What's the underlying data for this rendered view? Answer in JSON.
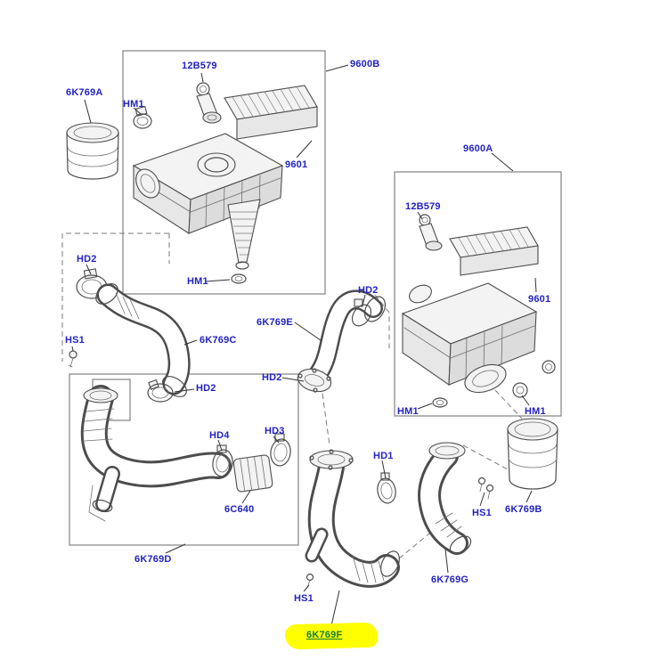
{
  "diagram": {
    "highlighted_part": "6K769F"
  },
  "theme": {
    "label_color": "#2222c4",
    "highlight_color": "#ffff00",
    "highlight_text_color": "#117a33"
  },
  "labels": {
    "p_6k769a": "6K769A",
    "hm1_1": "HM1",
    "p_12b579_1": "12B579",
    "p_9600b": "9600B",
    "p_9601_1": "9601",
    "hm1_2": "HM1",
    "hd2_1": "HD2",
    "hs1_1": "HS1",
    "p_6k769c": "6K769C",
    "hd2_2": "HD2",
    "p_6k769e": "6K769E",
    "hd2_3": "HD2",
    "hd2_4": "HD2",
    "p_9600a": "9600A",
    "p_12b579_2": "12B579",
    "p_9601_2": "9601",
    "hm1_3": "HM1",
    "hm1_4": "HM1",
    "p_6k769b": "6K769B",
    "hd4": "HD4",
    "hd3": "HD3",
    "p_6c640": "6C640",
    "p_6k769d": "6K769D",
    "hd1": "HD1",
    "hs1_2": "HS1",
    "hs1_3": "HS1",
    "p_6k769f": "6K769F",
    "p_6k769g": "6K769G"
  }
}
